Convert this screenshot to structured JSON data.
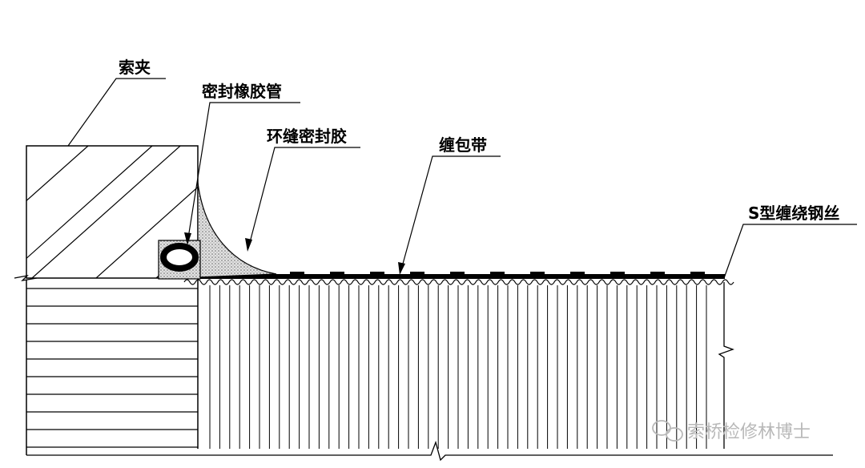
{
  "labels": {
    "cable_clamp": "索夹",
    "rubber_tube": "密封橡胶管",
    "ring_sealant": "环缝密封胶",
    "wrap_tape": "缠包带",
    "s_wire": "S型缠绕钢丝"
  },
  "watermark": {
    "text": "索桥检修林博士",
    "icon": "wechat-icon"
  },
  "colors": {
    "line": "#000000",
    "sealant": "#cfcfcf",
    "watermark": "#b8b8b8",
    "background": "#ffffff"
  }
}
